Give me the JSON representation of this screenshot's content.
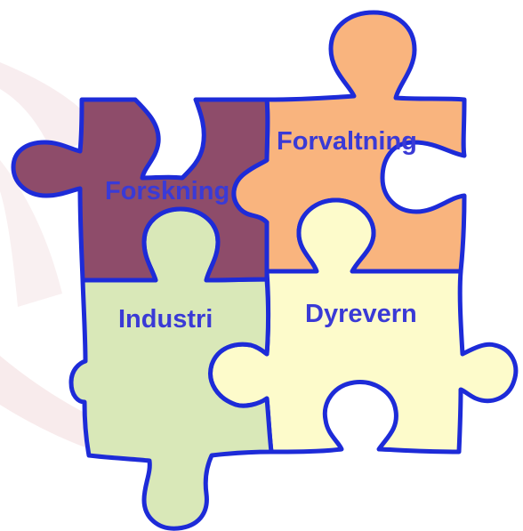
{
  "colors": {
    "outline": "#1d2bd8",
    "text": "#3a3ad6",
    "forskning_fill": "#8e4c6a",
    "forvaltning_fill": "#f9b47e",
    "industri_fill": "#d9e8b8",
    "dyrevern_fill": "#fdfbcb",
    "background_swoosh": "#f3e4e7"
  },
  "pieces": {
    "forskning": {
      "label": "Forskning"
    },
    "forvaltning": {
      "label": "Forvaltning"
    },
    "industri": {
      "label": "Industri"
    },
    "dyrevern": {
      "label": "Dyrevern"
    }
  }
}
